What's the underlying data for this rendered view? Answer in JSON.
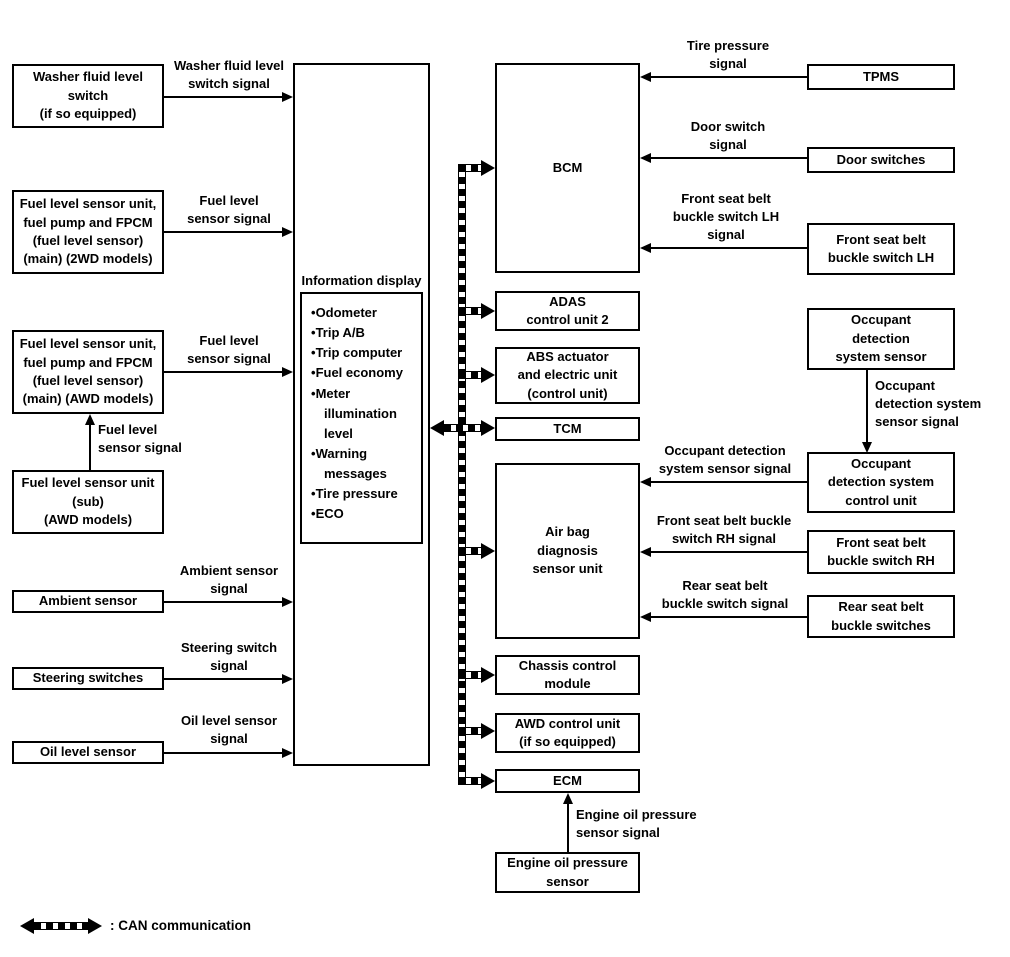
{
  "info_display": {
    "title": "Information display",
    "items": [
      "Odometer",
      "Trip A/B",
      "Trip computer",
      "Fuel economy",
      "Meter illumination level",
      "Warning messages",
      "Tire pressure",
      "ECO"
    ]
  },
  "nodes": {
    "washer_fluid_switch": "Washer fluid level\nswitch\n(if so equipped)",
    "fuel_main_2wd": "Fuel level sensor unit,\nfuel pump and FPCM\n(fuel level sensor)\n(main) (2WD models)",
    "fuel_main_awd": "Fuel level sensor unit,\nfuel pump and FPCM\n(fuel level sensor)\n(main) (AWD models)",
    "fuel_sub": "Fuel level sensor unit\n(sub)\n(AWD models)",
    "ambient_sensor": "Ambient sensor",
    "steering_switches": "Steering switches",
    "oil_level_sensor": "Oil level sensor",
    "bcm": "BCM",
    "adas": "ADAS\ncontrol unit 2",
    "abs": "ABS actuator\nand electric unit\n(control unit)",
    "tcm": "TCM",
    "airbag": "Air bag\ndiagnosis\nsensor unit",
    "chassis": "Chassis control\nmodule",
    "awd": "AWD control unit\n(if so equipped)",
    "ecm": "ECM",
    "engine_oil_sensor": "Engine oil pressure\nsensor",
    "tpms": "TPMS",
    "door_switches": "Door switches",
    "front_seat_belt_lh": "Front seat belt\nbuckle switch LH",
    "ods_sensor": "Occupant\ndetection\nsystem sensor",
    "ods_control_unit": "Occupant\ndetection system\ncontrol unit",
    "front_seat_belt_rh": "Front seat belt\nbuckle switch RH",
    "rear_seat_belt": "Rear seat belt\nbuckle switches"
  },
  "signals": {
    "washer": "Washer fluid level\nswitch signal",
    "fuel_2wd": "Fuel level\nsensor signal",
    "fuel_awd": "Fuel level\nsensor signal",
    "fuel_sub": "Fuel level\nsensor signal",
    "ambient": "Ambient sensor\nsignal",
    "steering": "Steering switch\nsignal",
    "oil": "Oil level sensor\nsignal",
    "tire_pressure": "Tire pressure\nsignal",
    "door_switch": "Door switch\nsignal",
    "front_seat_belt_lh": "Front seat belt\nbuckle switch LH\nsignal",
    "ods_vertical": "Occupant\ndetection system\nsensor signal",
    "ods_horizontal": "Occupant detection\nsystem sensor signal",
    "front_seat_belt_rh": "Front seat belt buckle\nswitch RH signal",
    "rear_seat_belt": "Rear seat belt\nbuckle switch signal",
    "engine_oil": "Engine oil pressure\nsensor signal"
  },
  "legend": {
    "can_label": ": CAN communication"
  },
  "colors": {
    "line": "#000000",
    "background": "#ffffff"
  }
}
